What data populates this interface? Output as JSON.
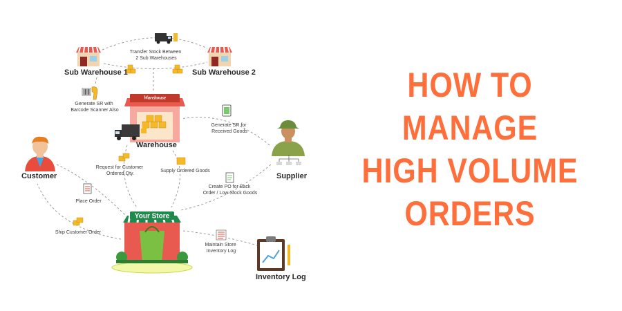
{
  "nodes": {
    "sub_warehouse_1": "Sub Warehouse 1",
    "sub_warehouse_2": "Sub Warehouse 2",
    "warehouse": "Warehouse",
    "warehouse_sign": "Warehouse",
    "customer": "Customer",
    "supplier": "Supplier",
    "your_store": "Your Store",
    "inventory_log": "Inventory Log"
  },
  "edges": {
    "transfer_stock": [
      "Transfer Stock Between",
      "2 Sub Warehouses"
    ],
    "generate_sr_barcode": [
      "Generate SR with",
      "Barcode Scanner Also"
    ],
    "generate_sr_received": [
      "Generate SR for",
      "Received Goods"
    ],
    "request_customer_qty": [
      "Request for Customer",
      "Ordered Qty."
    ],
    "supply_ordered_goods": [
      "Supply Ordered Goods"
    ],
    "create_po": [
      "Create PO for Back",
      "Order / Low Stock Goods"
    ],
    "place_order": [
      "Place Order"
    ],
    "ship_customer_order": [
      "Ship Customer Order"
    ],
    "maintain_inventory_log": [
      "Maintain Store",
      "Inventory Log"
    ]
  },
  "headline": {
    "lines": [
      "HOW TO",
      "MANAGE",
      "HIGH VOLUME",
      "ORDERS"
    ]
  },
  "colors": {
    "headline": "#ff6f3c",
    "store_green": "#1f8a4c",
    "warehouse_red": "#e85a4f",
    "box_yellow": "#f5b829"
  }
}
